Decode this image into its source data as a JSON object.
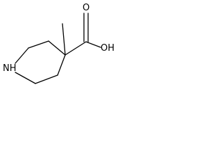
{
  "molecule": {
    "atoms": {
      "ring_nitrogen": "NH",
      "hydroxyl_oxygen": "OH",
      "carbonyl_oxygen": "O"
    }
  }
}
